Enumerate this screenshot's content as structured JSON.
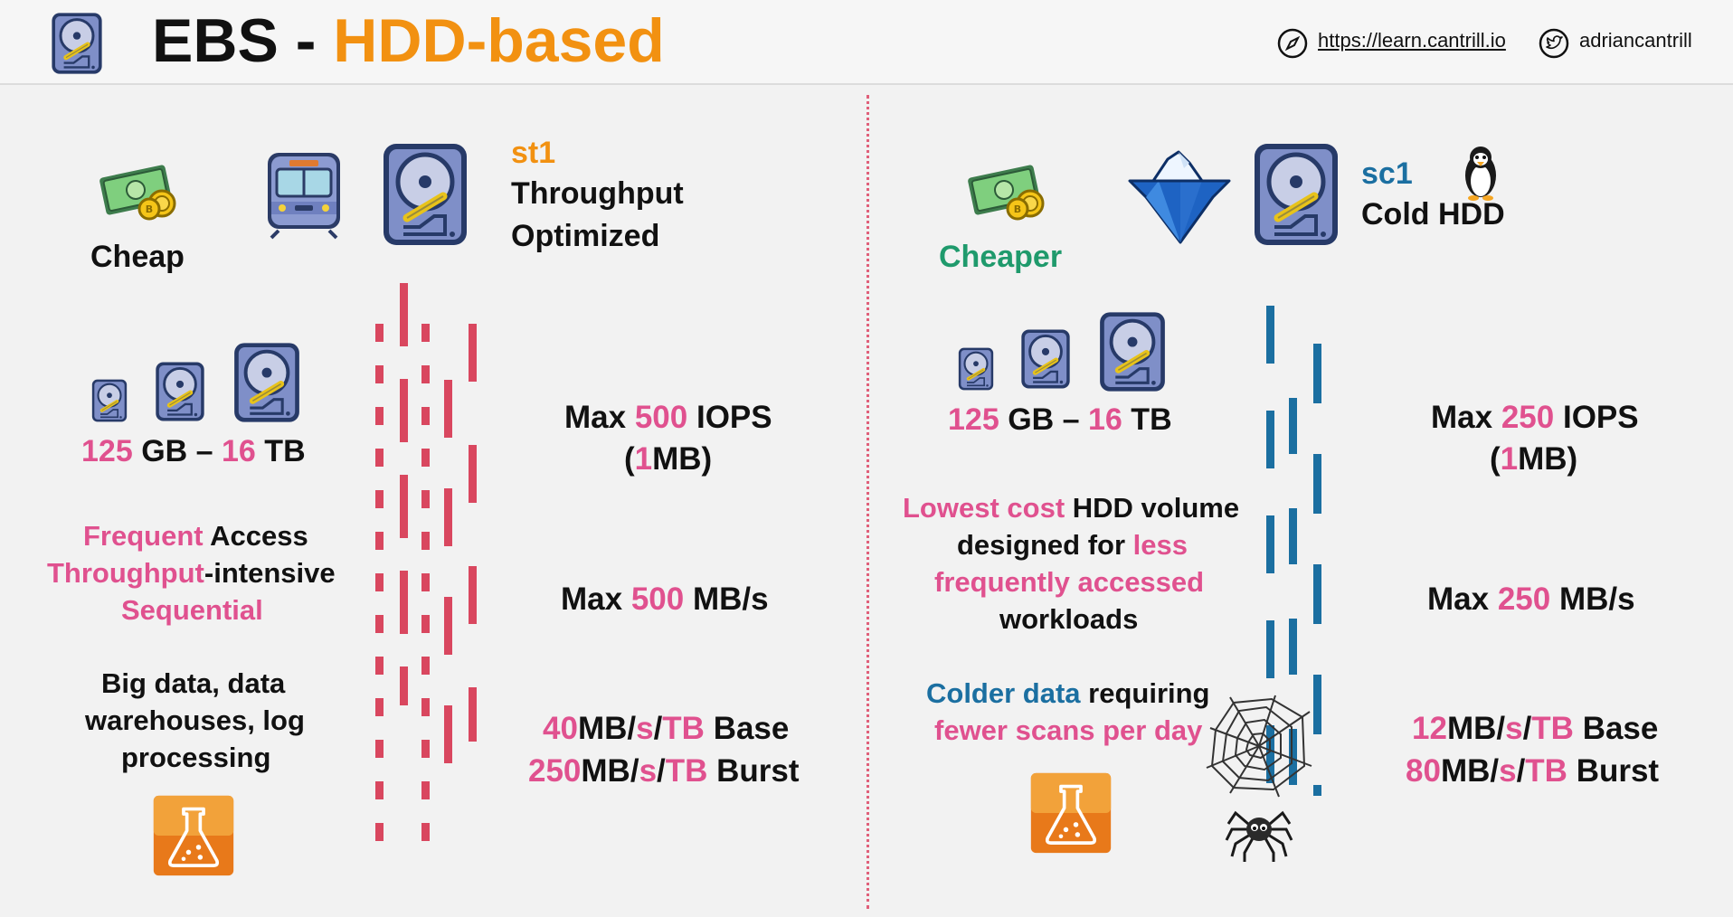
{
  "header": {
    "title_prefix": "EBS - ",
    "title_accent": "HDD-based",
    "link": "https://learn.cantrill.io",
    "twitter": "adriancantrill",
    "icons": [
      "hdd-icon",
      "compass-icon",
      "twitter-icon"
    ]
  },
  "colors": {
    "accent_orange": "#f29111",
    "pink": "#e0518f",
    "teal": "#1f9a6c",
    "blue": "#1b6fa1",
    "st1_bars": "#d9475f",
    "sc1_bars": "#1b6fa1"
  },
  "st1": {
    "price_label": "Cheap",
    "code": "st1",
    "name_line1": "Throughput",
    "name_line2": "Optimized",
    "size_min": "125",
    "size_min_unit": "GB",
    "size_dash": "–",
    "size_max": "16",
    "size_max_unit": "TB",
    "use1_pink": "Frequent",
    "use1_rest": "Access",
    "use2_pink": "Throughput",
    "use2_rest": "-intensive",
    "use3_pink": "Sequential",
    "examples_line1": "Big data, data",
    "examples_line2": "warehouses, log",
    "examples_line3": "processing",
    "iops_prefix": "Max",
    "iops_value": "500",
    "iops_suffix": "IOPS",
    "io_open": "(",
    "io_value": "1",
    "io_unit": "MB)",
    "tp_prefix": "Max",
    "tp_value": "500",
    "tp_suffix": "MB/s",
    "base_value": "40",
    "base_mb": "MB/",
    "base_s": "s",
    "base_slash": "/",
    "base_tb": "TB",
    "base_label": "Base",
    "burst_value": "250",
    "burst_mb": "MB/",
    "burst_s": "s",
    "burst_slash": "/",
    "burst_tb": "TB",
    "burst_label": "Burst",
    "icons": [
      "money-icon",
      "train-icon",
      "hdd-icon",
      "lab-flask-icon"
    ]
  },
  "sc1": {
    "price_label": "Cheaper",
    "code": "sc1",
    "name": "Cold HDD",
    "size_min": "125",
    "size_min_unit": "GB",
    "size_dash": "–",
    "size_max": "16",
    "size_max_unit": "TB",
    "desc1_pink": "Lowest cost",
    "desc1_rest": "HDD volume",
    "desc2_start": "designed for",
    "desc2_pink": "less",
    "desc3_pink": "frequently accessed",
    "desc4": "workloads",
    "cold1_blue": "Colder data",
    "cold1_rest": "requiring",
    "cold2_pink": "fewer scans per day",
    "iops_prefix": "Max",
    "iops_value": "250",
    "iops_suffix": "IOPS",
    "io_open": "(",
    "io_value": "1",
    "io_unit": "MB)",
    "tp_prefix": "Max",
    "tp_value": "250",
    "tp_suffix": "MB/s",
    "base_value": "12",
    "base_mb": "MB/",
    "base_s": "s",
    "base_slash": "/",
    "base_tb": "TB",
    "base_label": "Base",
    "burst_value": "80",
    "burst_mb": "MB/",
    "burst_s": "s",
    "burst_slash": "/",
    "burst_tb": "TB",
    "burst_label": "Burst",
    "icons": [
      "money-icon",
      "iceberg-icon",
      "hdd-icon",
      "penguin-icon",
      "lab-flask-icon",
      "spider-web-icon",
      "spider-icon"
    ]
  }
}
